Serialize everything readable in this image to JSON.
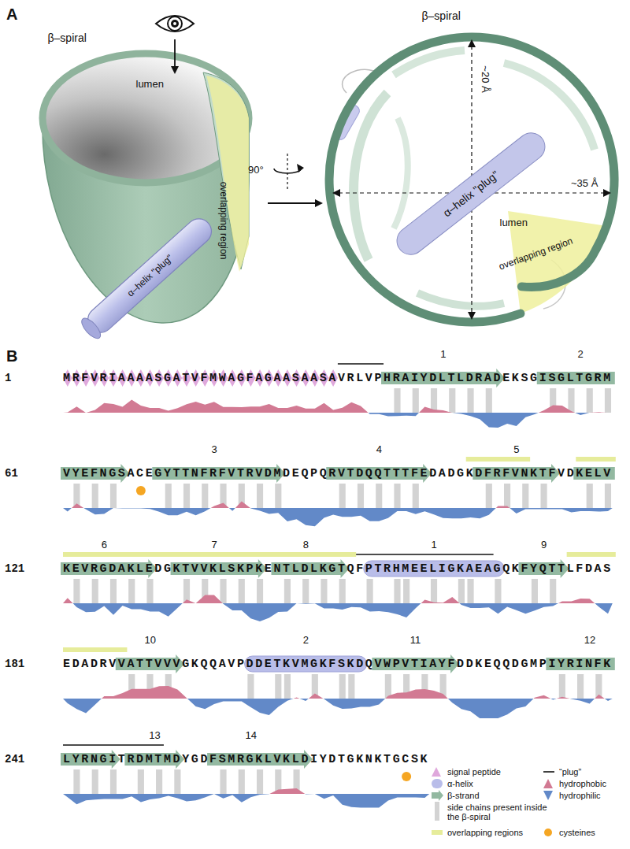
{
  "diagram": {
    "nodes": [
      {
        "text": [
          "α–helix \"plug\""
        ]
      }
    ],
    "labels": [
      "A",
      "β–spiral",
      "lumen",
      "overlapping region",
      "α–helix \"plug\"",
      "90°",
      "β–spiral",
      "~20 Å",
      "lumen",
      "~35 Å",
      "overlapping region",
      "B",
      "1",
      "MRFVRIAAAASGATVFMWAGFAGAASAASAVRLVPHRAIYDLTLDRADEKSGISGLTGRM",
      "61",
      "VYEFNGSACEGYTTNFRFVTRVDMDEQPQRVTDQQTTTFEDADGKDFRFVNKTFVDKELV",
      "121",
      "KEVRGDAKLEDGKTVVKLSKPKENTLDLKGTQFPTRHMEELIGKAEAGQKFYQTTLFDAS",
      "181",
      "EDADRVVATTVVVGKQQAVPDDETKVMGKFSKDQVWPVTIAYFDDKEQQDGMPIYRINFK",
      "241",
      "LYRNGITRDMTMDYGDFSMRGKLVKLDIYDTGKNKTGCSK",
      "1",
      "2",
      "3",
      "4",
      "5",
      "6",
      "7",
      "8",
      "1",
      "9",
      "10",
      "2",
      "11",
      "12",
      "13",
      "14"
    ],
    "legend": [
      {
        "text": "signal peptide",
        "color": "#dfa8dc"
      },
      {
        "text": "“plug”"
      },
      {
        "text": "α-helix",
        "color": "#b9bde9"
      },
      {
        "text": "hydrophobic",
        "color": "#d27a93"
      },
      {
        "text": "β-strand",
        "color": "#93b9a1"
      },
      {
        "text": "hydrophilic",
        "color": "#6289c8"
      },
      {
        "text": "side chains present inside the β-spiral",
        "color": "#d3d3d3"
      },
      {
        "text": "overlapping regions",
        "color": "#e6ec9b"
      },
      {
        "text": "cysteines",
        "color": "#f5a623"
      }
    ]
  }
}
